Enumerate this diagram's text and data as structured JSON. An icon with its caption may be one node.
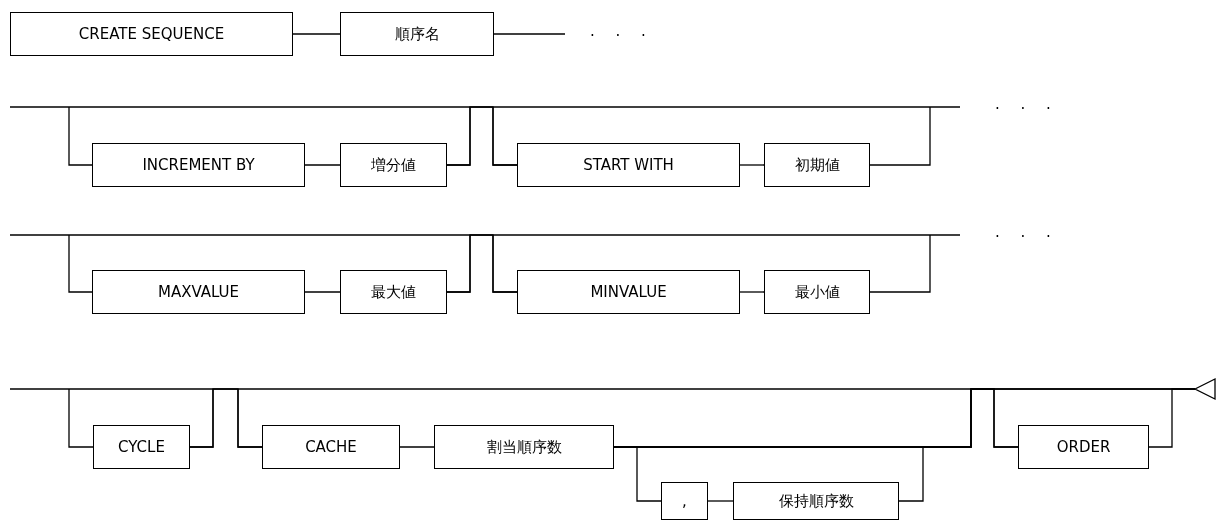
{
  "diagram": {
    "nodes": [
      {
        "text": [
          "CREATE SEQUENCE"
        ]
      },
      {
        "text": [
          "順序名"
        ]
      },
      {
        "text": [
          "INCREMENT BY"
        ]
      },
      {
        "text": [
          "増分値"
        ]
      },
      {
        "text": [
          "START WITH"
        ]
      },
      {
        "text": [
          "初期値"
        ]
      },
      {
        "text": [
          "MAXVALUE"
        ]
      },
      {
        "text": [
          "最大値"
        ]
      },
      {
        "text": [
          "MINVALUE"
        ]
      },
      {
        "text": [
          "最小値"
        ]
      },
      {
        "text": [
          "CYCLE"
        ]
      },
      {
        "text": [
          "CACHE"
        ]
      },
      {
        "text": [
          "割当順序数"
        ]
      },
      {
        "text": [
          ","
        ]
      },
      {
        "text": [
          "保持順序数"
        ]
      },
      {
        "text": [
          "ORDER"
        ]
      },
      {
        "text": [],
        "shape": "triangle"
      }
    ],
    "edges": [
      {
        "from": 0,
        "to": 1,
        "arrow": "none"
      },
      {
        "from": 2,
        "to": 3,
        "arrow": "none"
      },
      {
        "from": 4,
        "to": 5,
        "arrow": "none"
      },
      {
        "from": 6,
        "to": 7,
        "arrow": "none"
      },
      {
        "from": 8,
        "to": 9,
        "arrow": "none"
      },
      {
        "from": 11,
        "to": 12,
        "arrow": "none"
      },
      {
        "from": 12,
        "to": 13,
        "arrow": "none"
      },
      {
        "from": 13,
        "to": 14,
        "arrow": "none"
      },
      {
        "from": 3,
        "to": 4,
        "arrow": "none"
      },
      {
        "from": 7,
        "to": 8,
        "arrow": "none"
      },
      {
        "from": 10,
        "to": 11,
        "arrow": "none"
      },
      {
        "from": 12,
        "to": 15,
        "arrow": "none"
      },
      {
        "from": 14,
        "to": 15,
        "arrow": "none"
      },
      {
        "from": 12,
        "to": 16,
        "arrow": "none"
      },
      {
        "from": 15,
        "to": 16,
        "arrow": "none"
      }
    ],
    "labels": [
      ". . .",
      ". . .",
      ". . ."
    ]
  }
}
